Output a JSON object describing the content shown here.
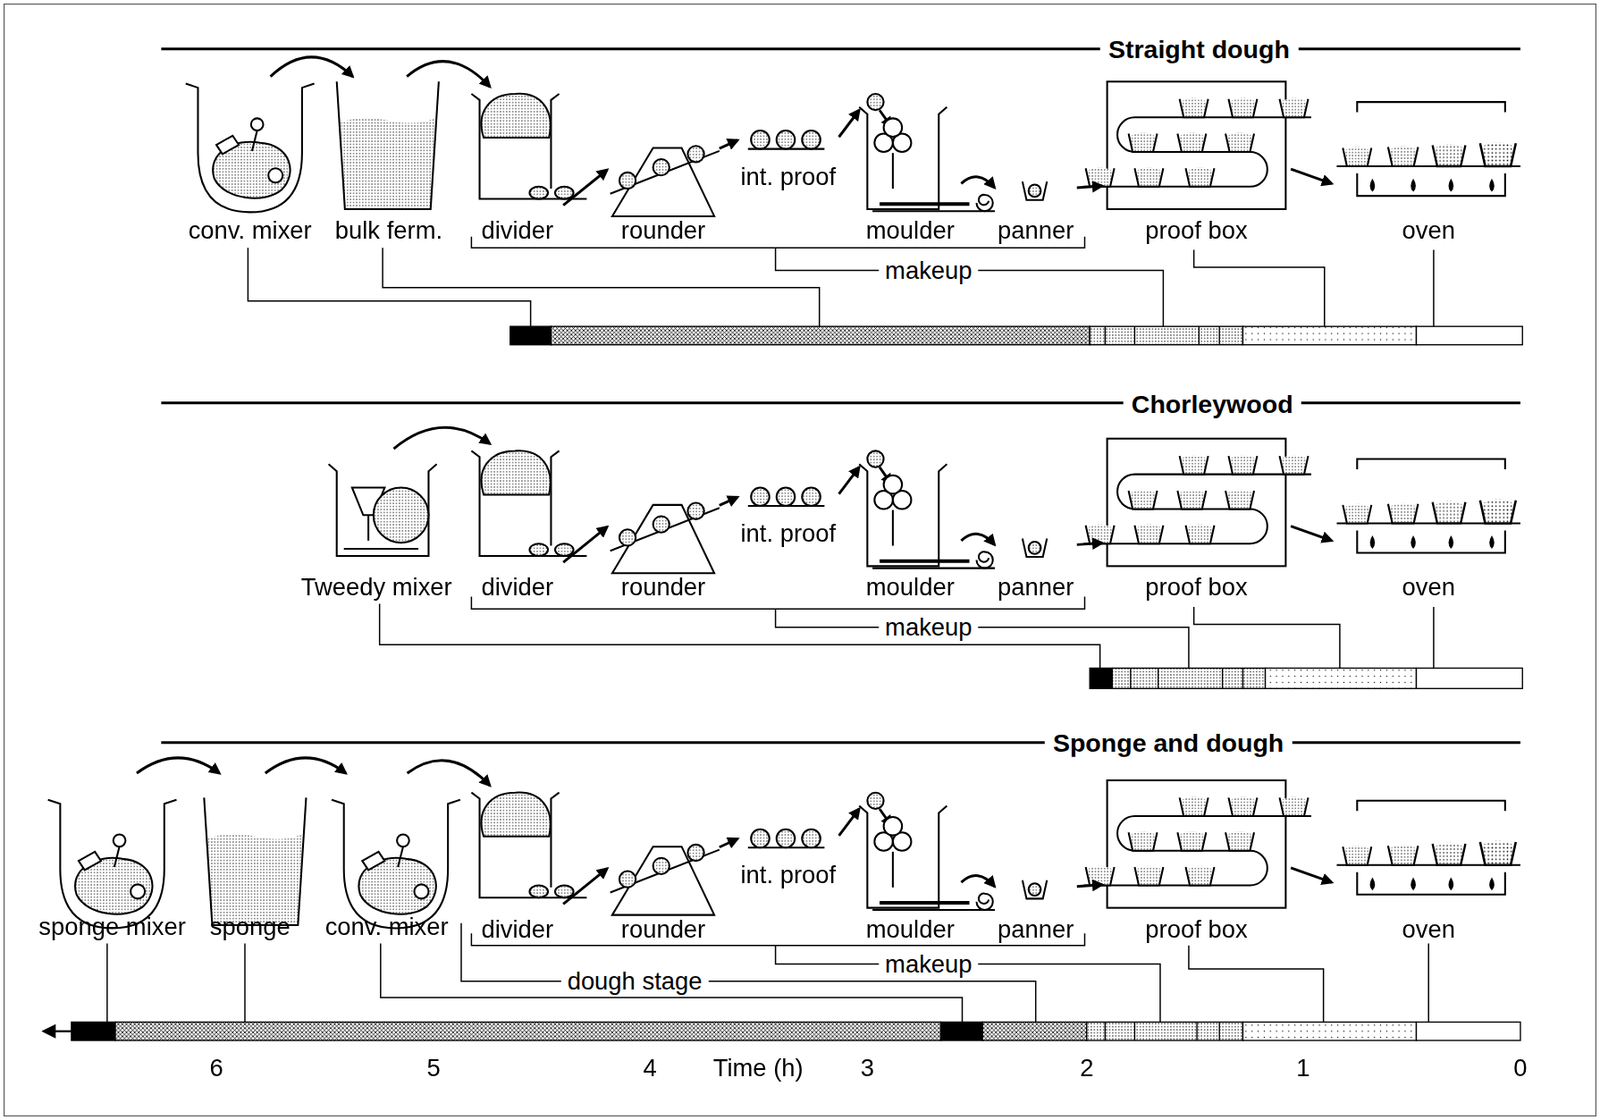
{
  "diagram": {
    "nodes": [
      {
        "text": [
          "conv. mixer"
        ]
      },
      {
        "text": [
          "bulk ferm."
        ]
      },
      {
        "text": [
          "divider"
        ]
      },
      {
        "text": [
          "rounder"
        ]
      },
      {
        "text": [
          "int. proof"
        ]
      },
      {
        "text": [
          "moulder"
        ]
      },
      {
        "text": [
          "panner"
        ]
      },
      {
        "text": [
          "proof box"
        ]
      },
      {
        "text": [
          "oven"
        ]
      },
      {
        "text": [
          "Tweedy mixer"
        ]
      },
      {
        "text": [
          "divider"
        ]
      },
      {
        "text": [
          "rounder"
        ]
      },
      {
        "text": [
          "int. proof"
        ]
      },
      {
        "text": [
          "moulder"
        ]
      },
      {
        "text": [
          "panner"
        ]
      },
      {
        "text": [
          "proof box"
        ]
      },
      {
        "text": [
          "oven"
        ]
      },
      {
        "text": [
          "sponge mixer"
        ]
      },
      {
        "text": [
          "sponge"
        ]
      },
      {
        "text": [
          "conv. mixer"
        ]
      },
      {
        "text": [
          "divider"
        ]
      },
      {
        "text": [
          "rounder"
        ]
      },
      {
        "text": [
          "int. proof"
        ]
      },
      {
        "text": [
          "moulder"
        ]
      },
      {
        "text": [
          "panner"
        ]
      },
      {
        "text": [
          "proof box"
        ]
      },
      {
        "text": [
          "oven"
        ]
      }
    ],
    "edges": [
      {
        "from": 0,
        "to": 1,
        "arrow": "to"
      },
      {
        "from": 1,
        "to": 2,
        "arrow": "to"
      },
      {
        "from": 2,
        "to": 3,
        "arrow": "to"
      },
      {
        "from": 3,
        "to": 4,
        "arrow": "to"
      },
      {
        "from": 4,
        "to": 5,
        "arrow": "to"
      },
      {
        "from": 5,
        "to": 6,
        "arrow": "to"
      },
      {
        "from": 6,
        "to": 7,
        "arrow": "to"
      },
      {
        "from": 7,
        "to": 8,
        "arrow": "to"
      },
      {
        "from": 9,
        "to": 10,
        "arrow": "to"
      },
      {
        "from": 10,
        "to": 11,
        "arrow": "to"
      },
      {
        "from": 11,
        "to": 12,
        "arrow": "to"
      },
      {
        "from": 12,
        "to": 13,
        "arrow": "to"
      },
      {
        "from": 13,
        "to": 14,
        "arrow": "to"
      },
      {
        "from": 14,
        "to": 15,
        "arrow": "to"
      },
      {
        "from": 15,
        "to": 16,
        "arrow": "to"
      },
      {
        "from": 17,
        "to": 18,
        "arrow": "to"
      },
      {
        "from": 18,
        "to": 19,
        "arrow": "to"
      },
      {
        "from": 19,
        "to": 20,
        "arrow": "to"
      },
      {
        "from": 20,
        "to": 21,
        "arrow": "to"
      },
      {
        "from": 21,
        "to": 22,
        "arrow": "to"
      },
      {
        "from": 22,
        "to": 23,
        "arrow": "to"
      },
      {
        "from": 23,
        "to": 24,
        "arrow": "to"
      },
      {
        "from": 24,
        "to": 25,
        "arrow": "to"
      },
      {
        "from": 25,
        "to": 26,
        "arrow": "to"
      }
    ],
    "labels": [
      "Straight dough",
      "makeup",
      "Chorleywood",
      "makeup",
      "Sponge and dough",
      "makeup",
      "dough stage",
      "6",
      "5",
      "4",
      "Time (h)",
      "3",
      "2",
      "1",
      "0"
    ]
  }
}
